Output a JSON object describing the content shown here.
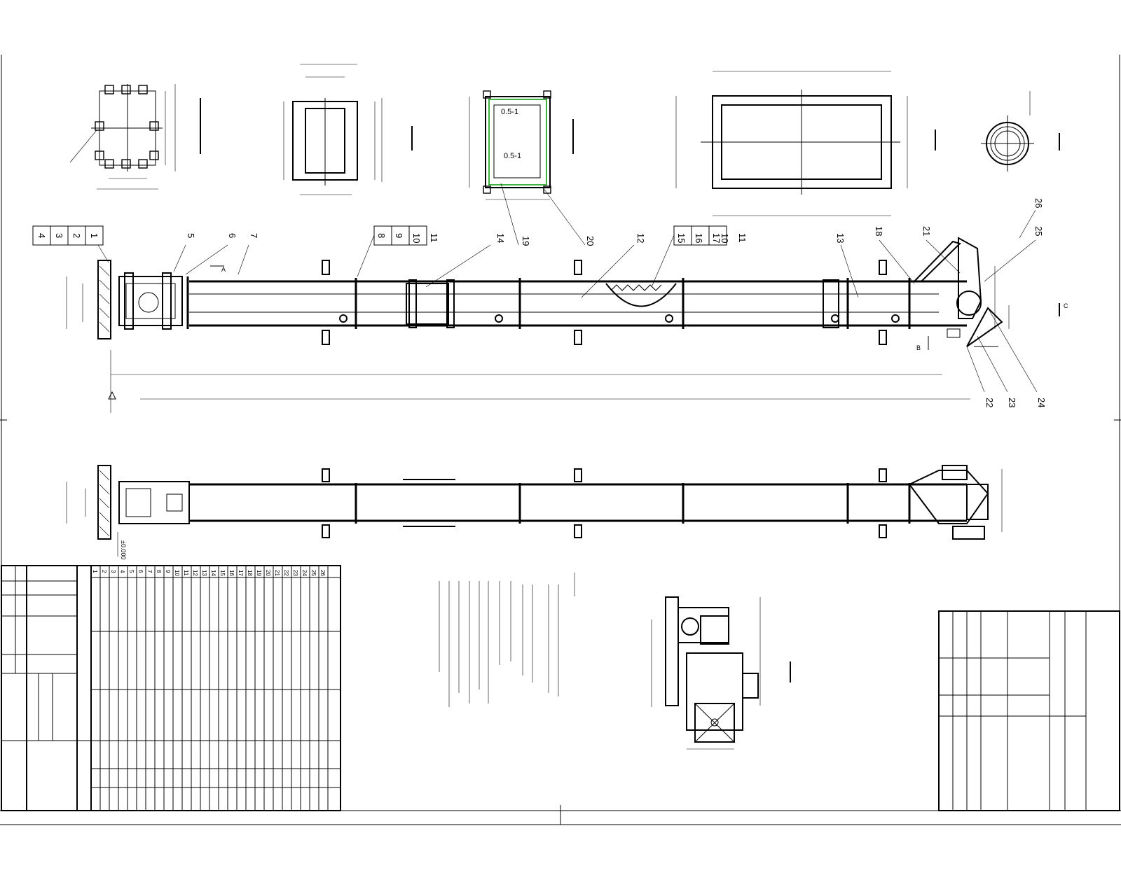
{
  "callouts_top": [
    "4",
    "3",
    "2",
    "1",
    "5",
    "6",
    "7",
    "8",
    "9",
    "10",
    "11",
    "14",
    "19",
    "20",
    "12",
    "15",
    "16",
    "17",
    "10",
    "11",
    "13",
    "18",
    "21",
    "26",
    "25"
  ],
  "callouts_bottom": [
    "22",
    "23",
    "24"
  ],
  "detail_labels": [
    "0.5-1",
    "0.5-1"
  ],
  "section_marks": [
    "A",
    "B",
    "C"
  ],
  "elevation_mark": "±0.000",
  "bom_item_numbers": [
    "1",
    "2",
    "3",
    "4",
    "5",
    "6",
    "7",
    "8",
    "9",
    "10",
    "11",
    "12",
    "13",
    "14",
    "15",
    "16",
    "17",
    "18",
    "19",
    "20",
    "21",
    "22",
    "23",
    "24",
    "25",
    "26"
  ],
  "colors": {
    "line": "#000000",
    "highlight": "#009900",
    "background": "#ffffff"
  }
}
